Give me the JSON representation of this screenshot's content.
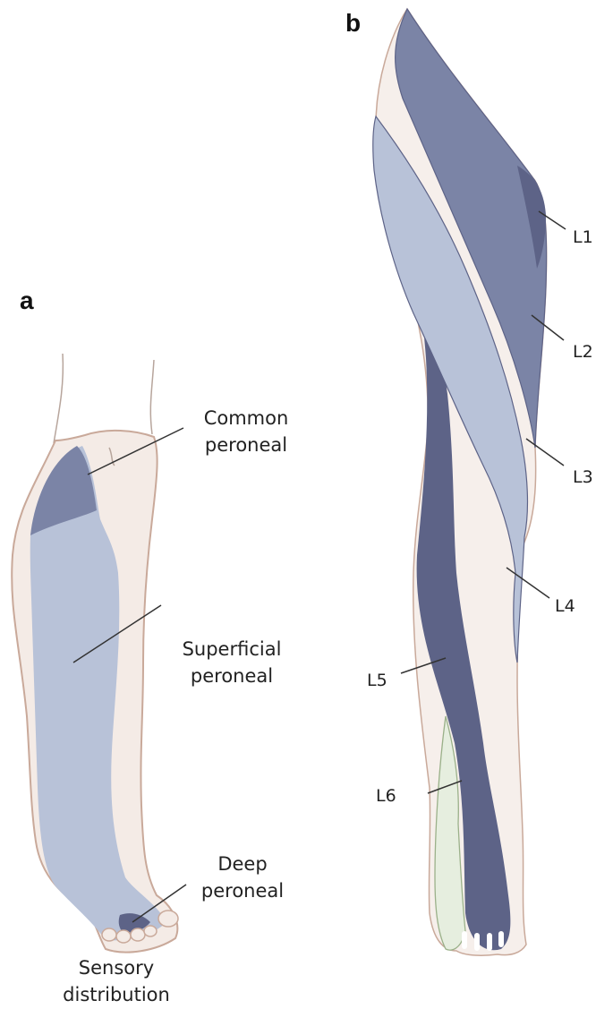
{
  "panels": {
    "a": {
      "letter": "a",
      "labels": {
        "common_peroneal": [
          "Common",
          "peroneal"
        ],
        "superficial_peroneal": [
          "Superficial",
          "peroneal"
        ],
        "deep_peroneal": [
          "Deep",
          "peroneal"
        ],
        "caption": [
          "Sensory",
          "distribution"
        ]
      }
    },
    "b": {
      "letter": "b",
      "dermatomes": [
        "L1",
        "L2",
        "L3",
        "L4",
        "L5",
        "L6"
      ]
    }
  },
  "colors": {
    "skin": "#f4ebe6",
    "skin_outline": "#c9a99a",
    "light_blue": "#a9b4ce",
    "pale_blue": "#b8c2d8",
    "mid_blue": "#7b84a6",
    "dark_blue": "#5d6387",
    "pale_green": "#e6eedf"
  }
}
